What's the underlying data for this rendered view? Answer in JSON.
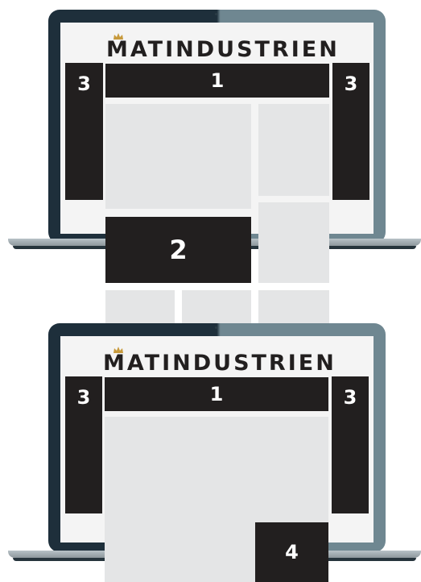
{
  "brand": {
    "name": "MATINDUSTRIEN",
    "crown_color": "#c79a3c",
    "dark_color": "#221f1f",
    "placeholder_color": "#e4e5e6"
  },
  "layout_top": {
    "side_left_label": "3",
    "header_label": "1",
    "side_right_label": "3",
    "banner_label": "2"
  },
  "layout_bottom": {
    "side_left_label": "3",
    "header_label": "1",
    "side_right_label": "3",
    "corner_label": "4"
  }
}
